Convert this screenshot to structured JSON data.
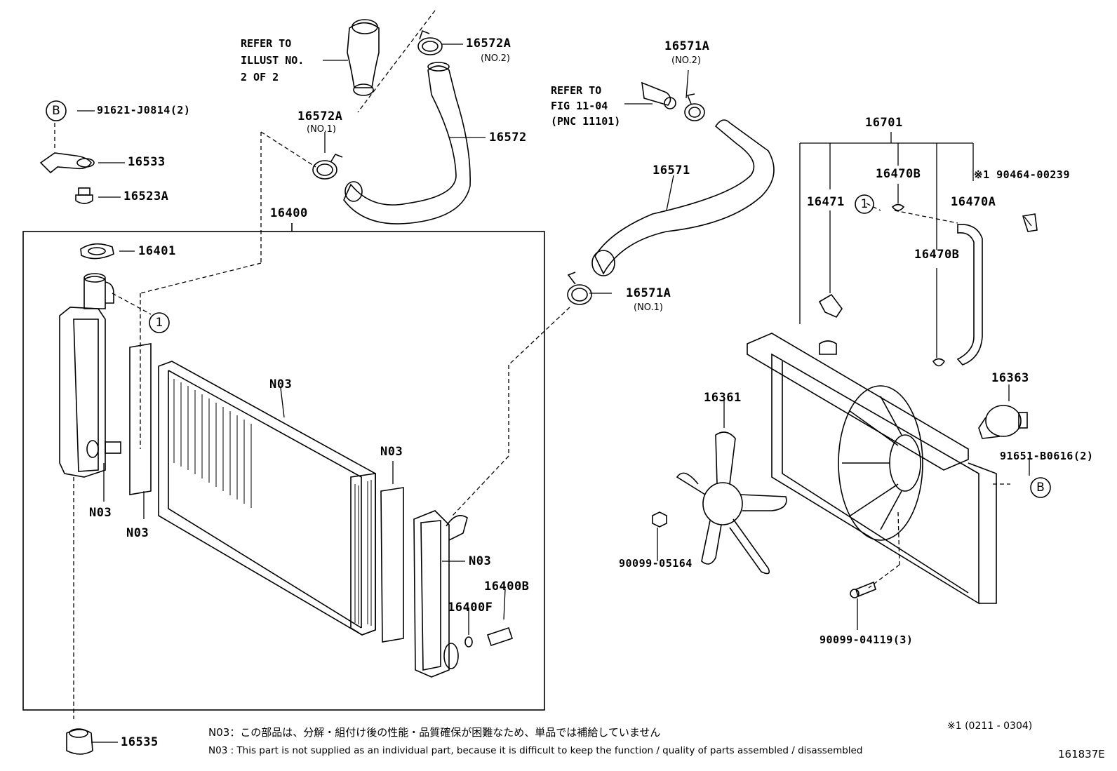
{
  "diagram_code": "161837E",
  "references": {
    "top_left": [
      "REFER TO",
      "ILLUST NO.",
      "2 OF 2"
    ],
    "top_mid": [
      "REFER TO",
      "FIG 11-04",
      "(PNC 11101)"
    ]
  },
  "callouts": {
    "b_top": "B",
    "b_right": "B",
    "one_left": "1",
    "one_right": "1"
  },
  "labels": {
    "p91621": "91621-J0814(2)",
    "p16533": "16533",
    "p16523A": "16523A",
    "p16572A_2": "16572A",
    "p16572A_2_sub": "(NO.2)",
    "p16572A_1": "16572A",
    "p16572A_1_sub": "(NO.1)",
    "p16572": "16572",
    "p16400": "16400",
    "p16401": "16401",
    "p16571A_2": "16571A",
    "p16571A_2_sub": "(NO.2)",
    "p16571": "16571",
    "p16571A_1": "16571A",
    "p16571A_1_sub": "(NO.1)",
    "p16701": "16701",
    "p16470B_top": "16470B",
    "p16471": "16471",
    "p90464": "※1 90464-00239",
    "p16470A": "16470A",
    "p16470B_mid": "16470B",
    "p16363": "16363",
    "p16361": "16361",
    "p91651": "91651-B0616(2)",
    "p90099_05164": "90099-05164",
    "p90099_04119": "90099-04119(3)",
    "n03_main": "N03",
    "n03_tank_left": "N03",
    "n03_gasket_left": "N03",
    "n03_gasket_right": "N03",
    "n03_tank_right": "N03",
    "p16400B": "16400B",
    "p16400F": "16400F",
    "p16535": "16535"
  },
  "footnotes": {
    "range": "※1 (0211 - 0304)",
    "jp": "N03：この部品は、分解・組付け後の性能・品質確保が困難なため、単品では補給していません",
    "en": "N03 : This part is not supplied as an individual part, because it is difficult to keep the function / quality of parts assembled / disassembled"
  }
}
